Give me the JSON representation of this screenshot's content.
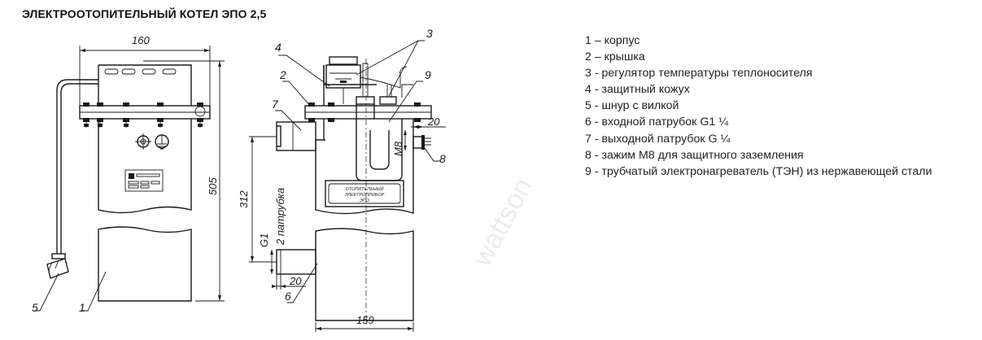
{
  "title": "ЭЛЕКТРООТОПИТЕЛЬНЫЙ КОТЕЛ ЭПО 2,5",
  "legend": [
    "1 – корпус",
    "2 – крышка",
    "3 - регулятор температуры теплоносителя",
    "4 - защитный кожух",
    "5 - шнур с вилкой",
    "6 - входной патрубок G1 ¼",
    "7 - выходной патрубок G ¼",
    "8 - зажим М8 для защитного заземления",
    "9 - трубчатый электронагреватель (ТЭН) из нержавеющей стали"
  ],
  "dimensions": {
    "width_front": "160",
    "height_front": "505",
    "height_pipes": "312",
    "pipe_offset": "20",
    "side_width": "159",
    "pipe_thread": "G1",
    "pipe_count": "2 патрубка",
    "bolt": "M8",
    "side_offset": "20"
  },
  "callouts": {
    "c1": "1",
    "c2": "2",
    "c3": "3",
    "c4": "4",
    "c5": "5",
    "c6": "6",
    "c7": "7",
    "c8": "8",
    "c9": "9"
  },
  "plate_label": [
    "ОТОПИТЕЛЬНЫЙ",
    "ЭЛЕКТРОПРИБОР",
    "ЭПО"
  ],
  "watermark": "wattson"
}
